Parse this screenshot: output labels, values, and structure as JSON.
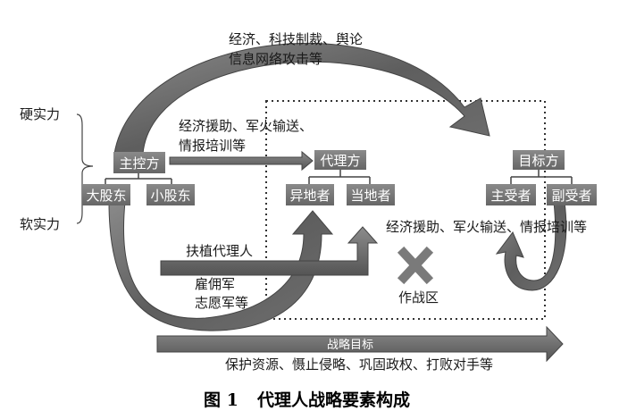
{
  "labels": {
    "hard_power": "硬实力",
    "soft_power": "软实力",
    "top_line1": "经济、科技制裁、舆论",
    "top_line2": "信息网络攻击等",
    "mid_line1": "经济援助、军火输送、",
    "mid_line2": "情报培训等",
    "right_support": "经济援助、军火输送、情报培训等",
    "foster_proxy": "扶植代理人",
    "mercenary": "雇佣军",
    "volunteer": "志愿军等",
    "war_zone": "作战区",
    "strategic_goal": "战略目标",
    "bottom_line": "保护资源、慑止侵略、巩固政权、打败对手等"
  },
  "nodes": {
    "principal": "主控方",
    "major_shareholder": "大股东",
    "minor_shareholder": "小股东",
    "proxy": "代理方",
    "remote_agent": "异地者",
    "local_agent": "当地者",
    "target": "目标方",
    "primary_victim": "主受者",
    "secondary_victim": "副受者"
  },
  "caption": {
    "fig_no": "图 1",
    "title": "代理人战略要素构成"
  },
  "colors": {
    "box_fill": "#7a7a7a",
    "arrow_fill": "#6e6e6e",
    "text": "#1a1a1a"
  }
}
